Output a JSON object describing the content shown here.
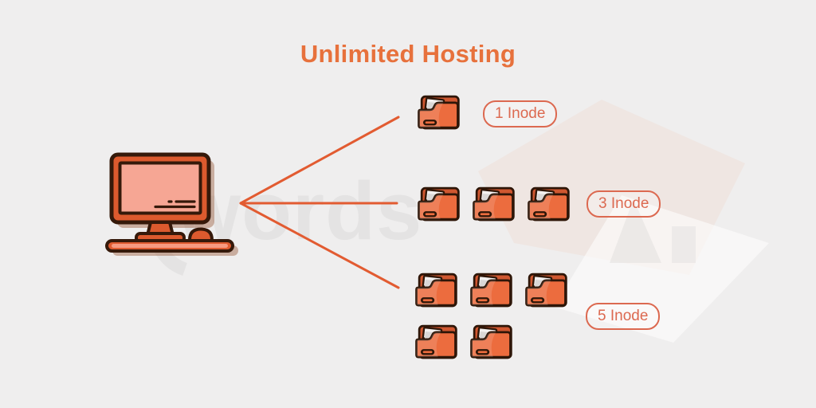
{
  "title": "Unlimited Hosting",
  "watermark": {
    "text": "words"
  },
  "colors": {
    "background": "#efeeee",
    "title_orange": "#e7713c",
    "line_orange": "#e25b31",
    "label_border": "#dc6950",
    "folder_orange": "#ec6c3e",
    "folder_back_orange": "#cf5730",
    "dark_outline": "#2e1608",
    "monitor_orange": "#dc5a2e",
    "screen_pink": "#f6a694",
    "watermark_gray": "#e4e3e3"
  },
  "icons": {
    "computer": "desktop-computer-icon",
    "folder": "folder-icon"
  },
  "groups": [
    {
      "label": "1 Inode",
      "folder_count": 1
    },
    {
      "label": "3 Inode",
      "folder_count": 3
    },
    {
      "label": "5 Inode",
      "folder_count": 5
    }
  ]
}
